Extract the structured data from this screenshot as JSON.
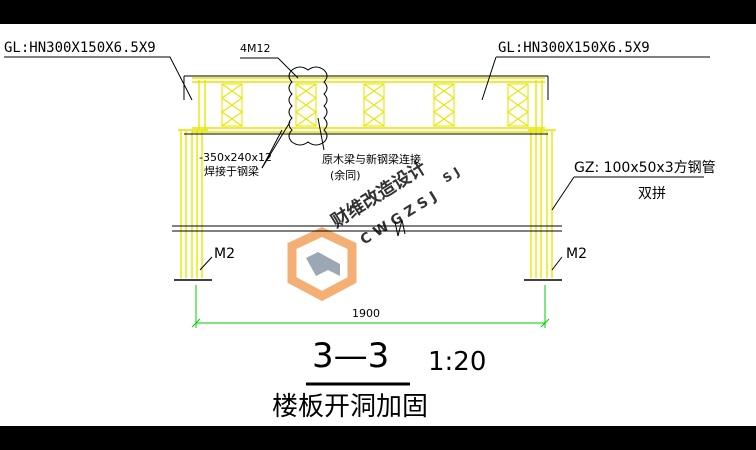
{
  "drawing": {
    "beam_label_left": "GL:HN300X150X6.5X9",
    "beam_label_right": "GL:HN300X150X6.5X9",
    "bolt_label": "4M12",
    "plate_label": "-350x240x12",
    "plate_note": "焊接于钢梁",
    "connection_note_line1": "原木梁与新钢梁连接",
    "connection_note_line2": "(余同)",
    "column_label": "GZ: 100x50x3方钢管",
    "column_note": "双拼",
    "anchor_label_left": "M2",
    "anchor_label_right": "M2",
    "dimension": "1900",
    "section_id": "3—3",
    "scale": "1:20",
    "title": "楼板开洞加固"
  },
  "watermark": {
    "text_cn": "财维改造设计",
    "text_latin": "C W G Z S J",
    "text_latin_small": "S J",
    "logo_color": "#f2a25c",
    "logo_gray": "#8a9aa8"
  },
  "colors": {
    "steel": "#e6e600",
    "ink": "#000000",
    "dimension": "#00cc00"
  }
}
